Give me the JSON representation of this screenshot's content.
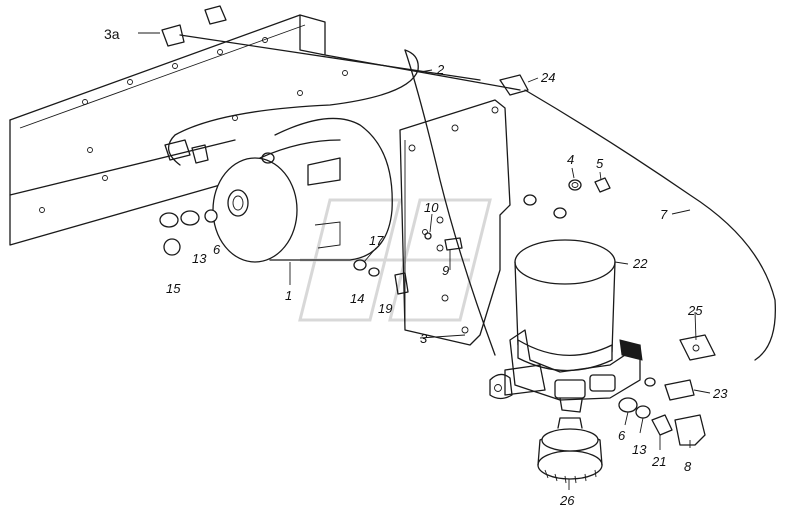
{
  "callouts": {
    "c3a": "3a",
    "c2": "2",
    "c24": "24",
    "c4": "4",
    "c5": "5",
    "c7": "7",
    "c10": "10",
    "c17": "17",
    "c22": "22",
    "c15": "15",
    "c13a": "13",
    "c6a": "6",
    "c9": "9",
    "c14": "14",
    "c1": "1",
    "c19": "19",
    "c3": "3",
    "c25": "25",
    "c23": "23",
    "c6b": "6",
    "c13b": "13",
    "c21": "21",
    "c8": "8",
    "c26": "26"
  },
  "colors": {
    "line": "#1a1a1a",
    "background": "#ffffff",
    "watermark": "#d8d8d8"
  }
}
